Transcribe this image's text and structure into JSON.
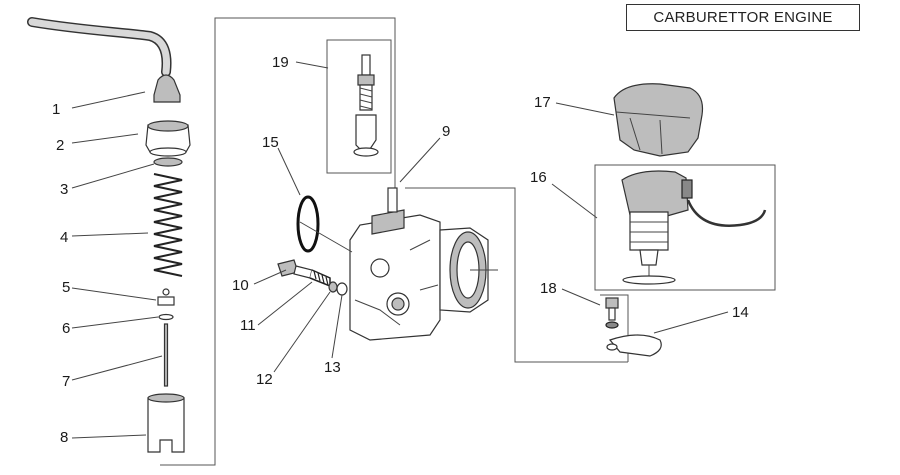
{
  "title": "CARBURETTOR ENGINE",
  "callouts": [
    {
      "id": "c1",
      "label": "1"
    },
    {
      "id": "c2",
      "label": "2"
    },
    {
      "id": "c3",
      "label": "3"
    },
    {
      "id": "c4",
      "label": "4"
    },
    {
      "id": "c5",
      "label": "5"
    },
    {
      "id": "c6",
      "label": "6"
    },
    {
      "id": "c7",
      "label": "7"
    },
    {
      "id": "c8",
      "label": "8"
    },
    {
      "id": "c9",
      "label": "9"
    },
    {
      "id": "c10",
      "label": "10"
    },
    {
      "id": "c11",
      "label": "11"
    },
    {
      "id": "c12",
      "label": "12"
    },
    {
      "id": "c13",
      "label": "13"
    },
    {
      "id": "c14",
      "label": "14"
    },
    {
      "id": "c15",
      "label": "15"
    },
    {
      "id": "c16",
      "label": "16"
    },
    {
      "id": "c17",
      "label": "17"
    },
    {
      "id": "c18",
      "label": "18"
    },
    {
      "id": "c19",
      "label": "19"
    }
  ]
}
